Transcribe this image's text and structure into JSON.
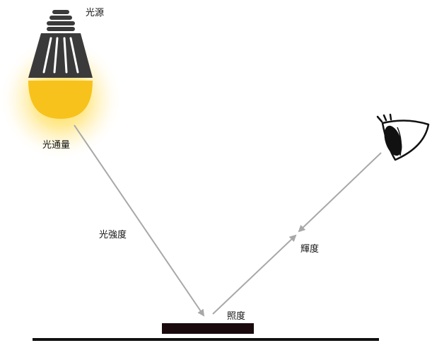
{
  "labels": {
    "light_source": "光源",
    "luminous_flux": "光通量",
    "luminous_intensity": "光強度",
    "illuminance": "照度",
    "luminance": "輝度"
  },
  "icons": {
    "bulb": "light-bulb-icon",
    "eye": "eye-icon"
  },
  "colors": {
    "glow": "#ffd21e",
    "bulb_glass": "#f7c21c",
    "bulb_base": "#3a3a3a",
    "ray": "#a8a8a8",
    "surface": "#1a0a0e",
    "ground": "#111111",
    "text": "#111111"
  }
}
